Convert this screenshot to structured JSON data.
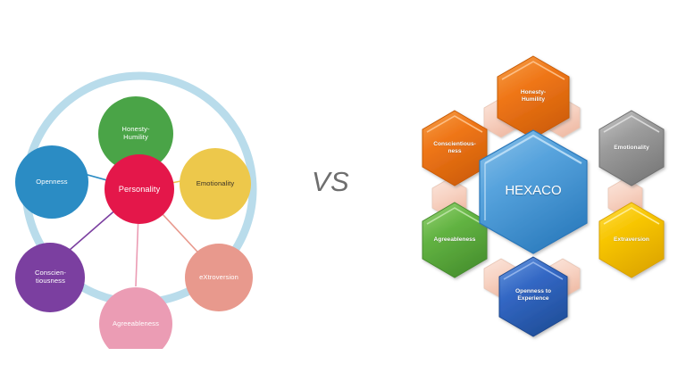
{
  "page": {
    "background_color": "#ffffff",
    "comparison_separator": "VS"
  },
  "left_diagram": {
    "name": "big-five-personality-circle",
    "ring_color": "#b9dceb",
    "center": {
      "label": "Personality",
      "color": "#e4174a",
      "text_color": "#ffffff"
    },
    "nodes": [
      {
        "label": "Honesty-\nHumility",
        "line1": "Honesty-",
        "line2": "Humility",
        "color": "#4aa447",
        "text_color": "#ffffff"
      },
      {
        "label": "Emotionality",
        "line1": "Emotionality",
        "line2": "",
        "color": "#edc84b",
        "text_color": "#3a3226"
      },
      {
        "label": "eXtroversion",
        "line1": "eXtroversion",
        "line2": "",
        "color": "#e8998d",
        "text_color": "#ffffff"
      },
      {
        "label": "Agreeableness",
        "line1": "Agreeableness",
        "line2": "",
        "color": "#eb9cb4",
        "text_color": "#ffffff"
      },
      {
        "label": "Conscien-\ntiousness",
        "line1": "Conscien-",
        "line2": "tiousness",
        "color": "#7b3fa0",
        "text_color": "#ffffff"
      },
      {
        "label": "Openness",
        "line1": "Openness",
        "line2": "",
        "color": "#2b8cc4",
        "text_color": "#ffffff"
      }
    ]
  },
  "right_diagram": {
    "name": "hexaco-hexagon-cluster",
    "center": {
      "label": "HEXACO",
      "color": "#4a9ad6",
      "text_color": "#ffffff"
    },
    "connector_color": "#f6d2c4",
    "nodes": [
      {
        "line1": "Honesty-",
        "line2": "Humility",
        "color": "#ee7116",
        "text_color": "#ffffff"
      },
      {
        "line1": "Emotionality",
        "line2": "",
        "color": "#9b9b9b",
        "text_color": "#ffffff"
      },
      {
        "line1": "Extraversion",
        "line2": "",
        "color": "#f5c400",
        "text_color": "#ffffff"
      },
      {
        "line1": "Openness to",
        "line2": "Experience",
        "color": "#2f62bc",
        "text_color": "#ffffff"
      },
      {
        "line1": "Agreeableness",
        "line2": "",
        "color": "#62b342",
        "text_color": "#ffffff"
      },
      {
        "line1": "Conscientious-",
        "line2": "ness",
        "color": "#ee7116",
        "text_color": "#ffffff"
      }
    ]
  }
}
